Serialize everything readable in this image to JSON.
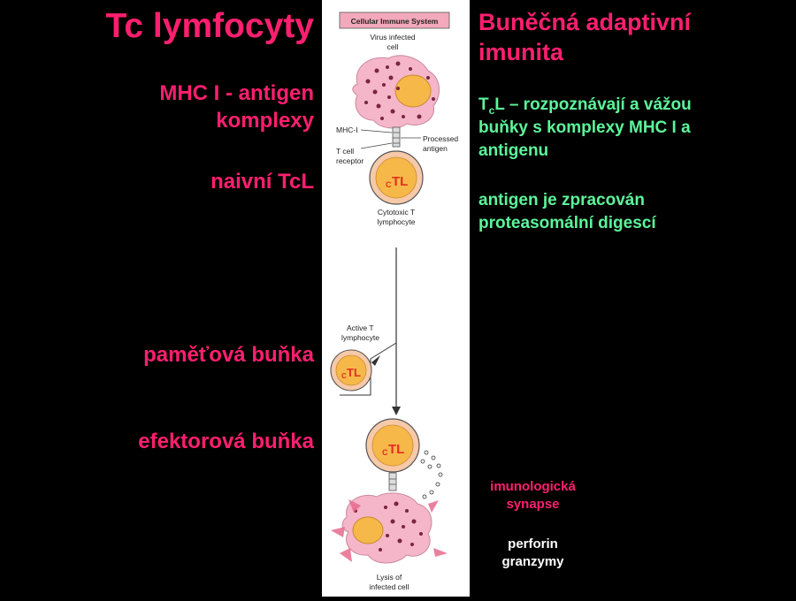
{
  "left": {
    "title": "Tc lymfocyty",
    "mhc_line1": "MHC I - antigen",
    "mhc_line2": "komplexy",
    "naive": "naivní TcL",
    "memory": "paměťová buňka",
    "effector": "efektorová buňka"
  },
  "right": {
    "title_line1": "Buněčná adaptivní",
    "title_line2": "imunita",
    "tcl_T": "T",
    "tcl_sub": "c",
    "tcl_rest_line1": "L – rozpoznávají a vážou",
    "tcl_line2": "buňky s komplexy MHC I a",
    "tcl_line3": "antigenu",
    "antigen_line1": "antigen je zpracován",
    "antigen_line2": "proteasomální digescí",
    "synapse_line1": "imunologická",
    "synapse_line2": "synapse",
    "perforin": "perforin",
    "granzymy": "granzymy"
  },
  "diagram": {
    "header": "Cellular Immune System",
    "virus_cell_line1": "Virus infected",
    "virus_cell_line2": "cell",
    "mhc1": "MHC-I",
    "processed_line1": "Processed",
    "processed_line2": "antigen",
    "tcell_receptor_line1": "T cell",
    "tcell_receptor_line2": "receptor",
    "ctl_c": "C",
    "ctl_tl": "TL",
    "cytotoxic_line1": "Cytotoxic T",
    "cytotoxic_line2": "lymphocyte",
    "active_line1": "Active T",
    "active_line2": "lymphocyte",
    "lysis_line1": "Lysis of",
    "lysis_line2": "infected cell"
  },
  "colors": {
    "pink_text": "#ff1f6f",
    "green_text": "#5cf59a",
    "cell_pink": "#f4b6c8",
    "nucleus": "#f7b84a",
    "ctl_ring": "#f6c9a8",
    "header_bg": "#f3a9bb"
  }
}
